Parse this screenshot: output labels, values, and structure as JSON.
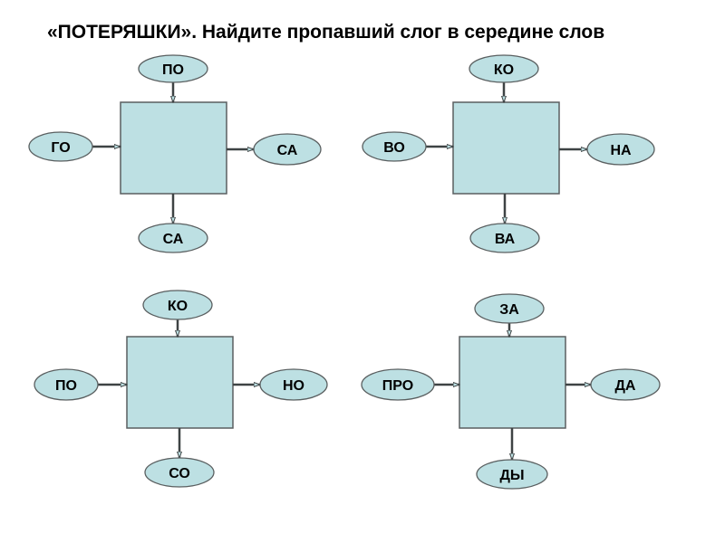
{
  "title": "«ПОТЕРЯШКИ». Найдите пропавший слог в середине слов",
  "colors": {
    "box_fill": "#bde0e3",
    "ellipse_fill": "#bde0e3",
    "stroke": "#5a5f60",
    "arrow": "#3e4344",
    "text": "#000000"
  },
  "puzzles": [
    {
      "id": "puzzle-1",
      "center_syllable": "",
      "syllables": {
        "top": "ПО",
        "left": "ГО",
        "right": "СА",
        "bottom": "СА"
      }
    },
    {
      "id": "puzzle-2",
      "center_syllable": "",
      "syllables": {
        "top": "КО",
        "left": "ВО",
        "right": "НА",
        "bottom": "ВА"
      }
    },
    {
      "id": "puzzle-3",
      "center_syllable": "",
      "syllables": {
        "top": "КО",
        "left": "ПО",
        "right": "НО",
        "bottom": "СО"
      }
    },
    {
      "id": "puzzle-4",
      "center_syllable": "",
      "syllables": {
        "top": "ЗА",
        "left": "ПРО",
        "right": "ДА",
        "bottom": "ДЫ"
      }
    }
  ]
}
